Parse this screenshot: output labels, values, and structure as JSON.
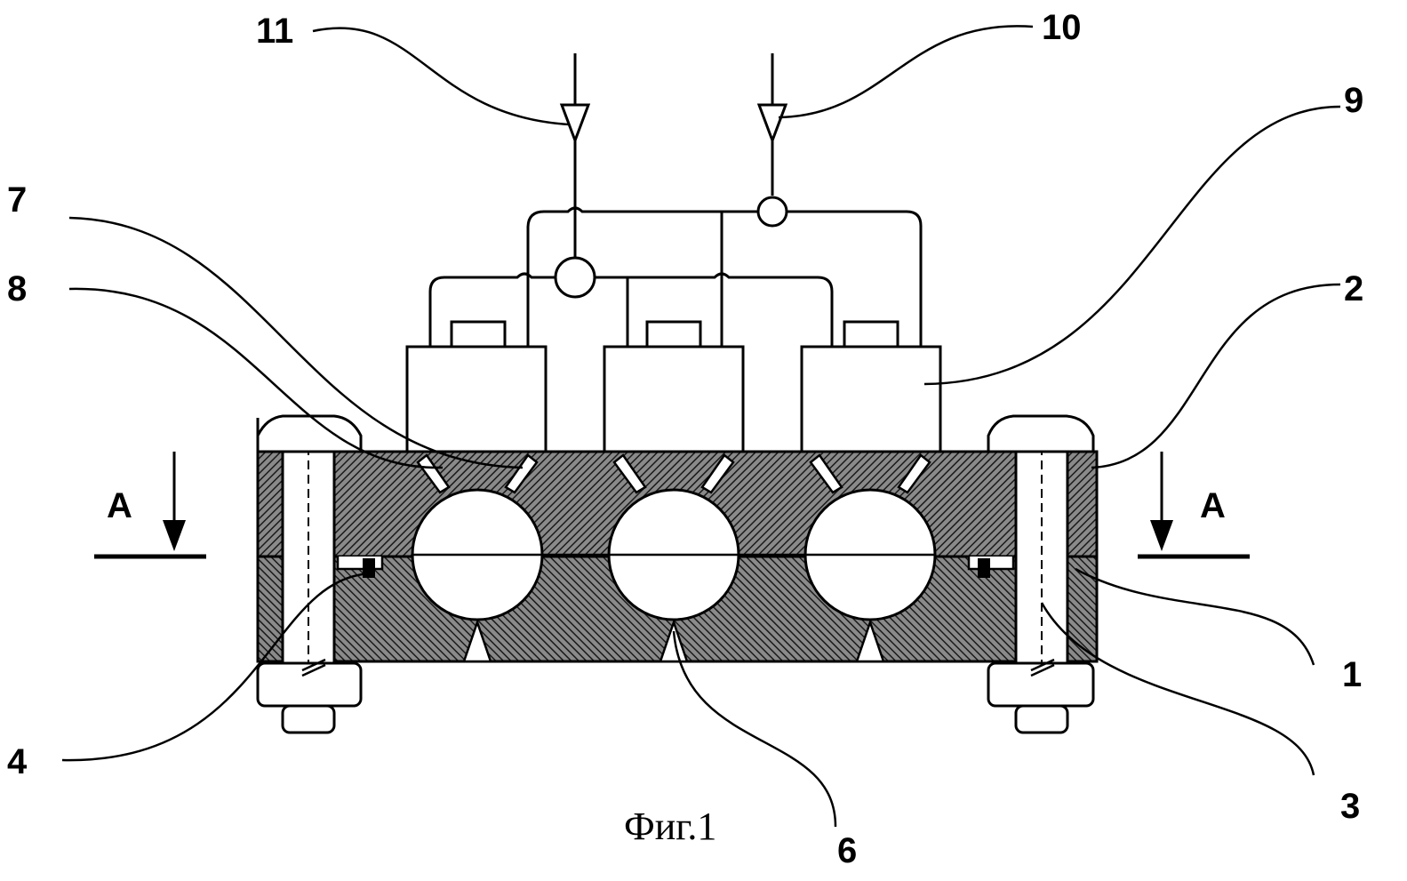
{
  "labels": {
    "l1": "1",
    "l2": "2",
    "l3": "3",
    "l4": "4",
    "l6": "6",
    "l7": "7",
    "l8": "8",
    "l9": "9",
    "l10": "10",
    "l11": "11",
    "section_left": "A",
    "section_right": "A"
  },
  "caption": "Фиг.1"
}
